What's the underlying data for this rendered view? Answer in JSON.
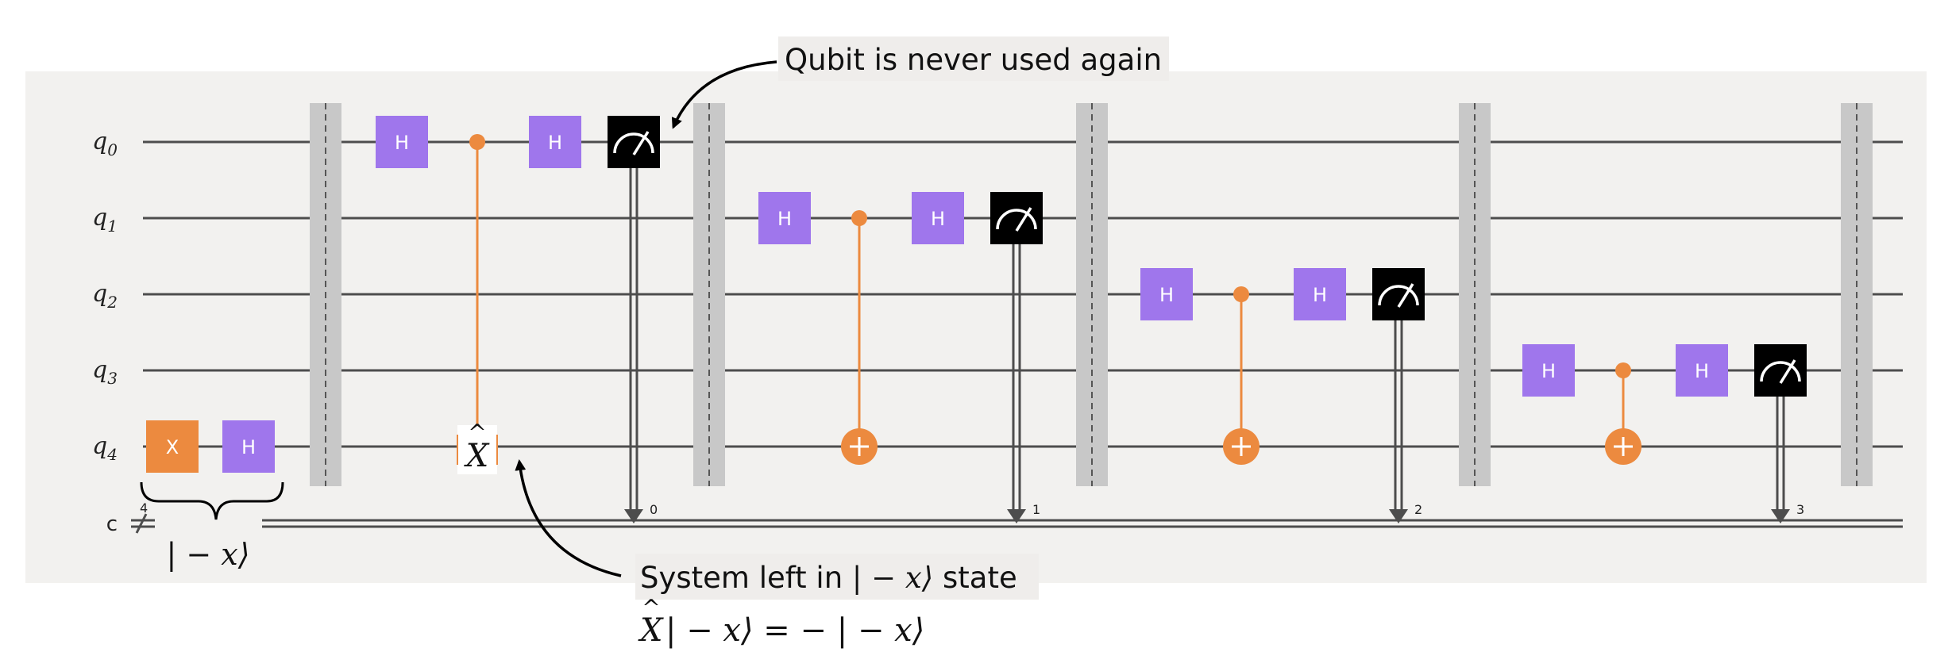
{
  "circuit": {
    "qubits": [
      {
        "main": "q",
        "sub": "0"
      },
      {
        "main": "q",
        "sub": "1"
      },
      {
        "main": "q",
        "sub": "2"
      },
      {
        "main": "q",
        "sub": "3"
      },
      {
        "main": "q",
        "sub": "4"
      }
    ],
    "classical": {
      "label": "c",
      "width": "4"
    },
    "gates": {
      "x_label": "X",
      "h_label": "H",
      "oracle_hat": "^",
      "oracle_letter": "X"
    },
    "measure_bits": [
      "0",
      "1",
      "2",
      "3"
    ]
  },
  "annotations": {
    "brace_label": "| − x⟩",
    "never_used": "Qubit is never used again",
    "system_left_prefix": "System left in ",
    "system_left_ket": "| − x⟩",
    "system_left_suffix": " state",
    "equation_lhs_hat": "^",
    "equation_lhs_letter": "X",
    "equation_rest": "| − x⟩ = − | − x⟩"
  },
  "colors": {
    "background_panel": "#f2f1ef",
    "wire": "#4d4d4d",
    "h_gate": "#9f76ec",
    "x_gate": "#ec8a3f",
    "control": "#ec8a3f",
    "measure": "#000000",
    "barrier": "#c8c8c8",
    "highlight": "#efedeb"
  }
}
